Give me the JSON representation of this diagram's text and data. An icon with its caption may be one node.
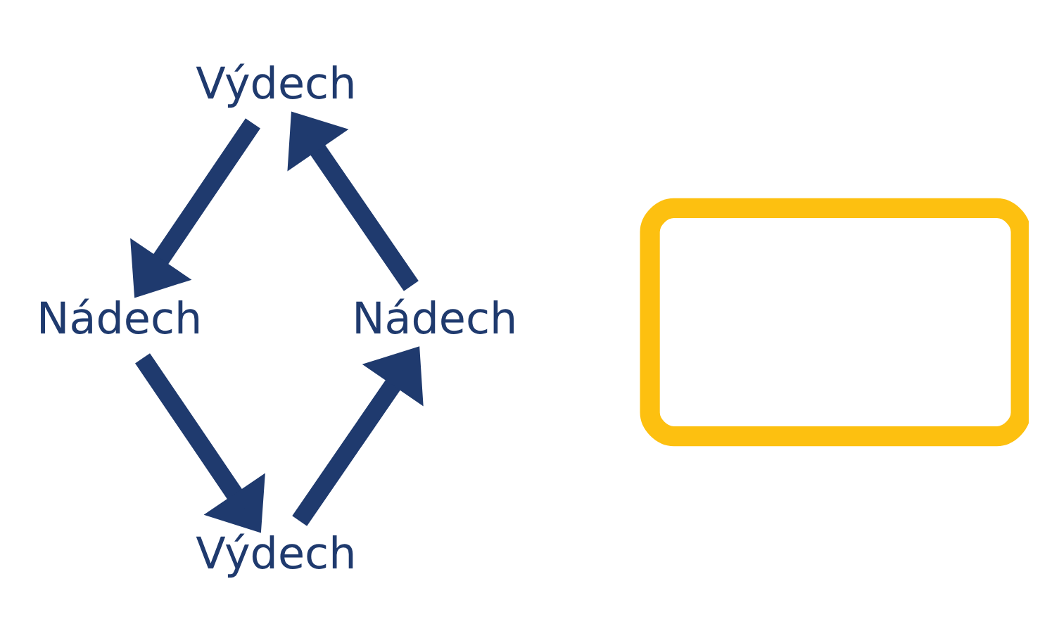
{
  "diagram": {
    "nodes": [
      {
        "text": [
          "Výdech"
        ]
      },
      {
        "text": [],
        "shape": "box"
      },
      {
        "text": [
          "Nádech"
        ]
      },
      {
        "text": [
          "Nádech"
        ]
      },
      {
        "text": [
          "Výdech"
        ]
      }
    ],
    "edges": [
      {
        "from": 0,
        "to": 3,
        "arrow": "to"
      },
      {
        "from": 3,
        "to": 4,
        "arrow": "to"
      },
      {
        "from": 4,
        "to": 2,
        "arrow": "to"
      },
      {
        "from": 2,
        "to": 0,
        "arrow": "to"
      }
    ]
  }
}
